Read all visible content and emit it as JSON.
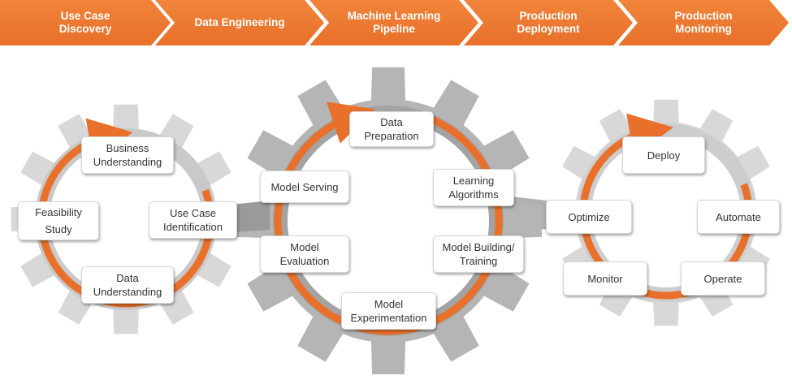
{
  "stages": [
    {
      "label": "Use Case\nDiscovery"
    },
    {
      "label": "Data Engineering"
    },
    {
      "label": "Machine Learning\nPipeline"
    },
    {
      "label": "Production\nDeployment"
    },
    {
      "label": "Production\nMonitoring"
    }
  ],
  "gear_left": {
    "steps": [
      {
        "label": "Business\nUnderstanding"
      },
      {
        "label": "Use Case\nIdentification"
      },
      {
        "label": "Data\nUnderstanding"
      },
      {
        "label": "Feasibility\nStudy"
      }
    ]
  },
  "gear_middle": {
    "steps": [
      {
        "label": "Data\nPreparation"
      },
      {
        "label": "Learning\nAlgorithms"
      },
      {
        "label": "Model Building/\nTraining"
      },
      {
        "label": "Model\nExperimentation"
      },
      {
        "label": "Model\nEvaluation"
      },
      {
        "label": "Model Serving"
      }
    ]
  },
  "gear_right": {
    "steps": [
      {
        "label": "Deploy"
      },
      {
        "label": "Automate"
      },
      {
        "label": "Operate"
      },
      {
        "label": "Monitor"
      },
      {
        "label": "Optimize"
      }
    ]
  },
  "colors": {
    "accent": "#e8702a",
    "gear_light": "#d6d6d6",
    "gear_dark": "#a9a9a9",
    "box_text": "#333333"
  }
}
